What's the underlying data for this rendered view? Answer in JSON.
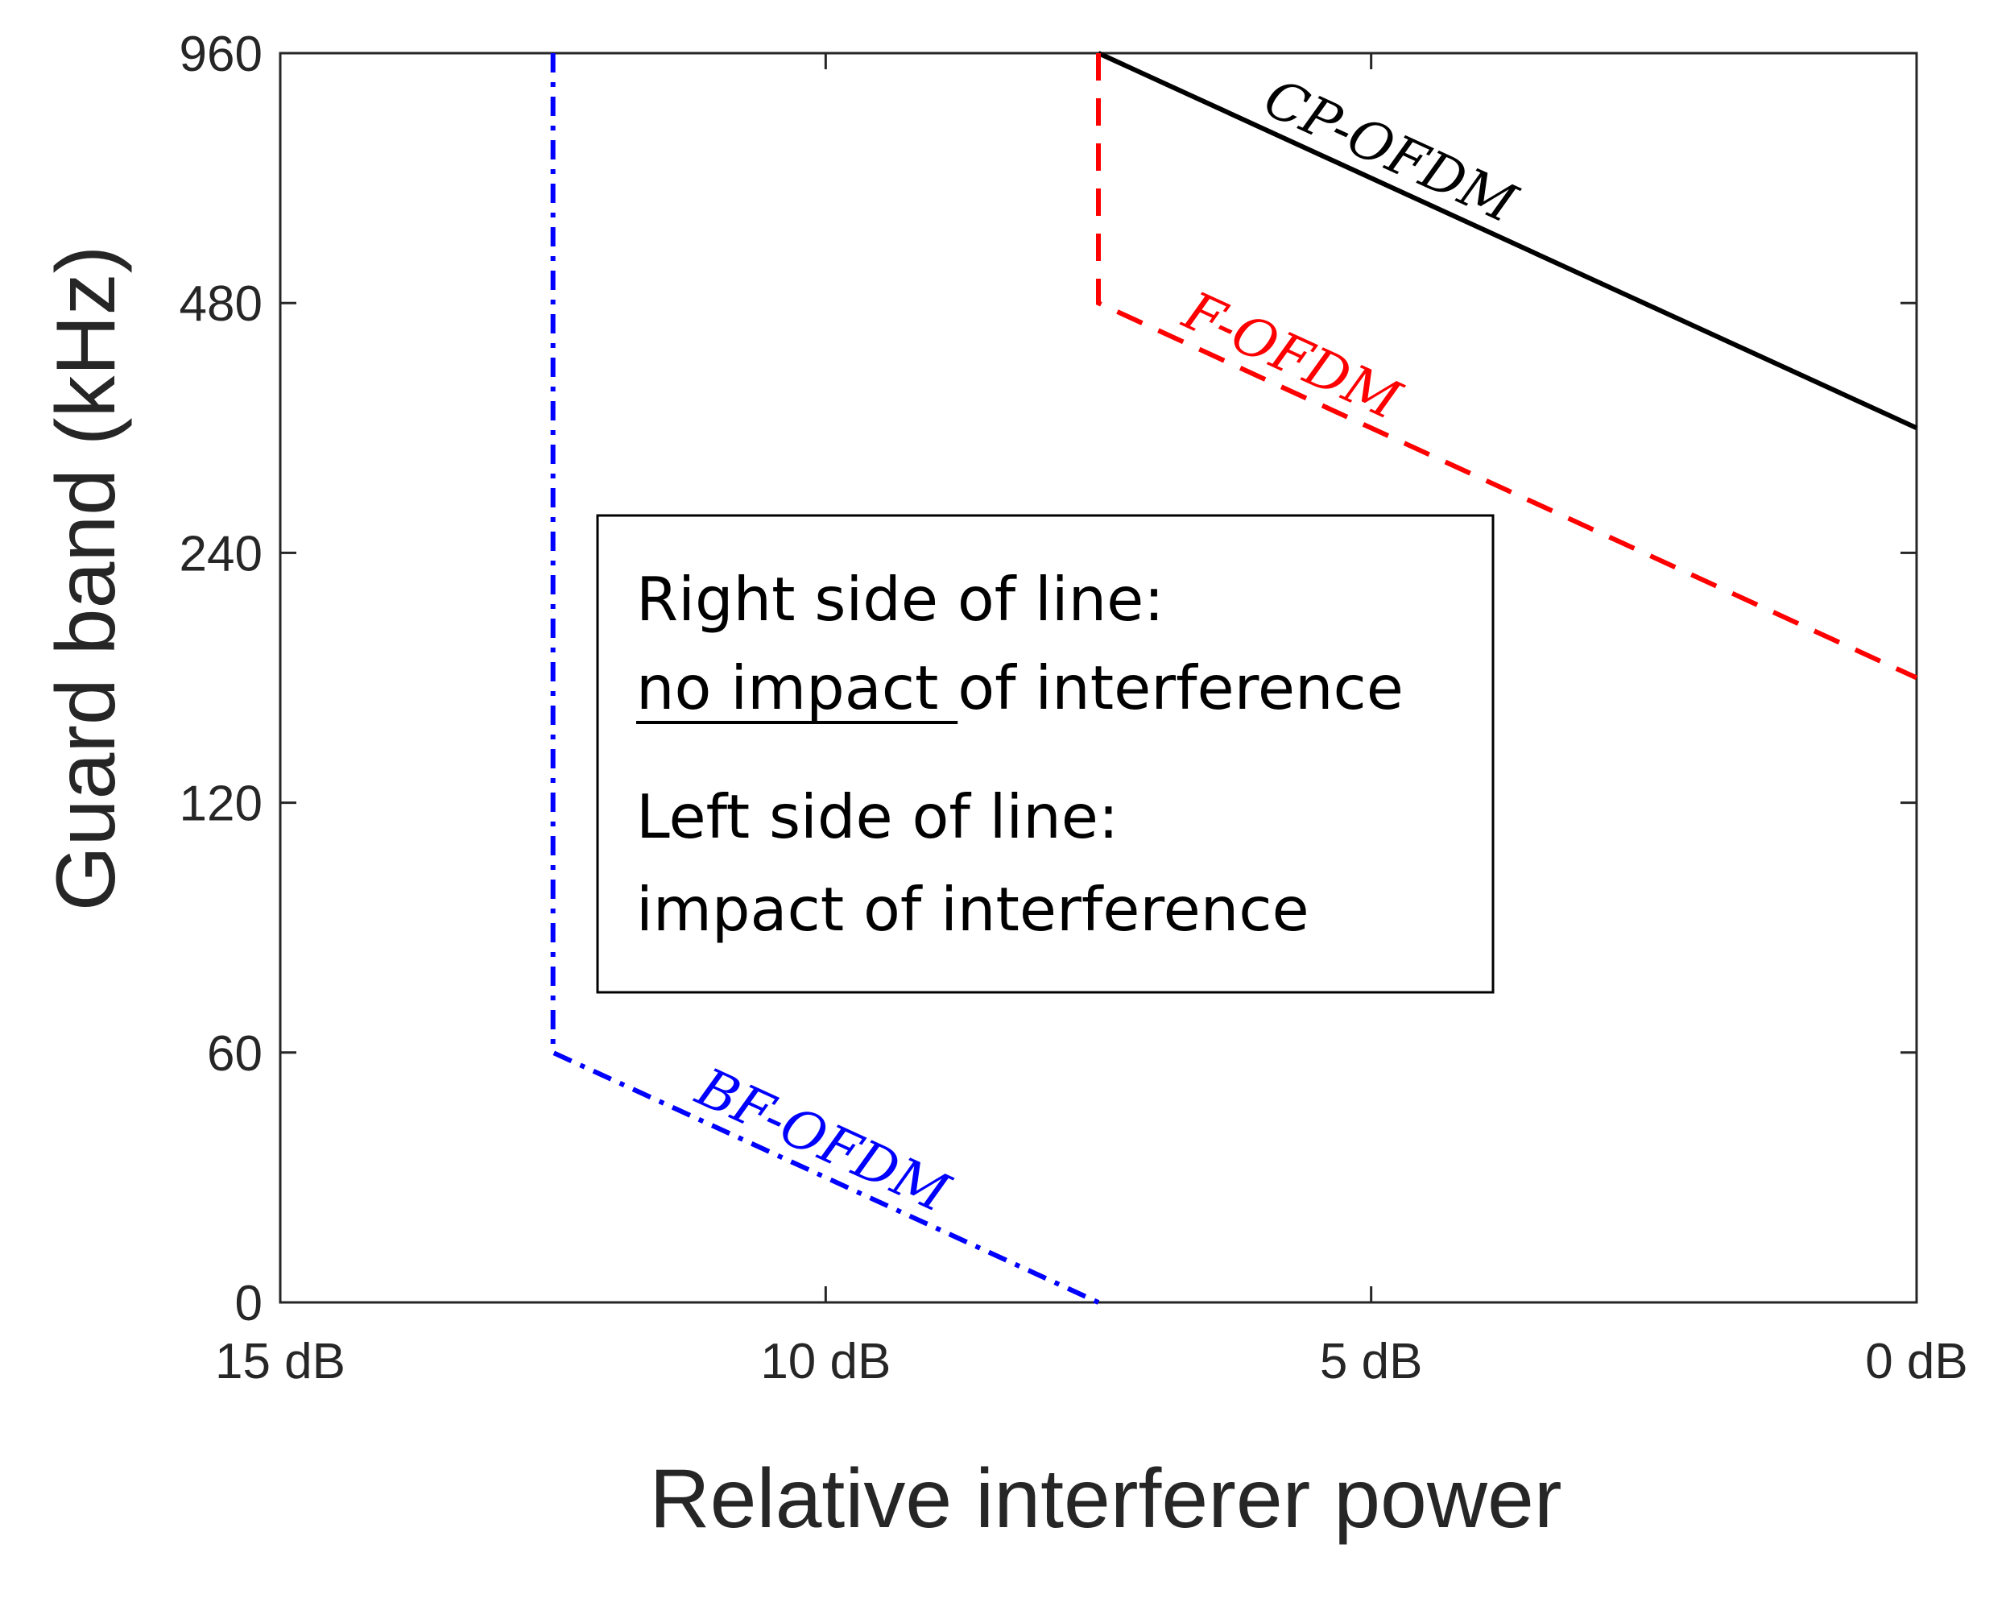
{
  "chart_data": {
    "type": "line",
    "xlabel": "Relative interferer power",
    "ylabel": "Guard band (kHz)",
    "x_axis": {
      "ticks": [
        15,
        10,
        5,
        0
      ],
      "tick_labels": [
        "15 dB",
        "10 dB",
        "5 dB",
        "0 dB"
      ],
      "range": [
        15,
        0
      ],
      "reversed": true
    },
    "y_axis": {
      "ticks": [
        0,
        60,
        120,
        240,
        480,
        960
      ],
      "tick_labels": [
        "0",
        "60",
        "120",
        "240",
        "480",
        "960"
      ],
      "range": [
        0,
        960
      ],
      "categorical": true
    },
    "grid": false,
    "series": [
      {
        "name": "CP-OFDM",
        "color": "#000000",
        "line_style": "solid",
        "points": [
          {
            "x": 7.5,
            "y": 960
          },
          {
            "x": 0,
            "y": 360
          }
        ]
      },
      {
        "name": "F-OFDM",
        "color": "#ff0000",
        "line_style": "dashed",
        "points": [
          {
            "x": 7.5,
            "y": 960
          },
          {
            "x": 7.5,
            "y": 480
          },
          {
            "x": 0,
            "y": 180
          }
        ]
      },
      {
        "name": "BF-OFDM",
        "color": "#0000ff",
        "line_style": "dash-dot",
        "points": [
          {
            "x": 12.5,
            "y": 960
          },
          {
            "x": 12.5,
            "y": 60
          },
          {
            "x": 7.5,
            "y": 0
          }
        ]
      }
    ],
    "annotation": {
      "right_heading": "Right side of line:",
      "right_underlined": "no impact ",
      "right_rest": "of interference",
      "left_heading": "Left side  of  line:",
      "left_body": "impact of interference"
    }
  }
}
